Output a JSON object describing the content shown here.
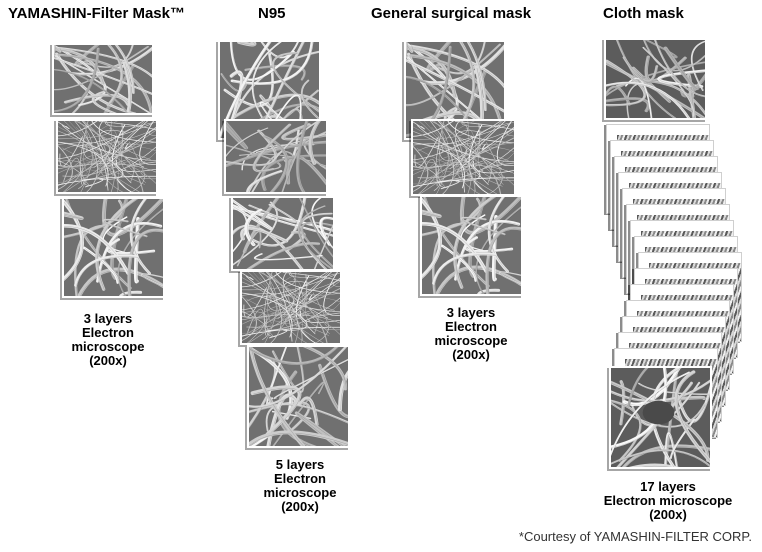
{
  "columns": {
    "yamashin": {
      "title": "YAMASHIN-Filter  Mask™",
      "caption": [
        "3 layers",
        "Electron",
        "microscope",
        "(200x)"
      ]
    },
    "n95": {
      "title": "N95",
      "caption": [
        "5 layers",
        "Electron",
        "microscope",
        "(200x)"
      ]
    },
    "surgical": {
      "title": "General  surgical  mask",
      "caption": [
        "3 layers",
        "Electron",
        "microscope",
        "(200x)"
      ]
    },
    "cloth": {
      "title": "Cloth mask",
      "caption": [
        "17 layers",
        "Electron microscope",
        "(200x)"
      ]
    }
  },
  "footer": {
    "courtesy": "*Courtesy of YAMASHIN-FILTER CORP."
  }
}
